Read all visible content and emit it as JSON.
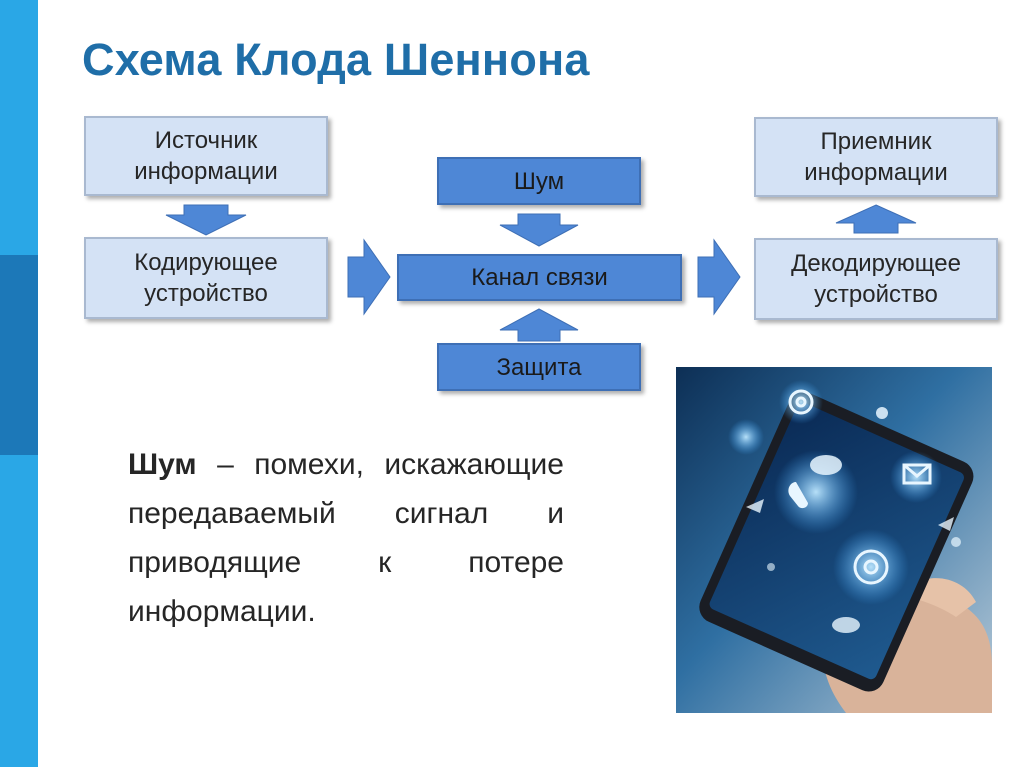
{
  "slide": {
    "title": "Схема Клода Шеннона",
    "diagram": {
      "source": "Источник информации",
      "encoder": "Кодирующее устройство",
      "noise": "Шум",
      "channel": "Канал связи",
      "protection": "Защита",
      "decoder": "Декодирующее устройство",
      "receiver": "Приемник информации"
    },
    "definition": {
      "term": "Шум",
      "text": "– помехи, искажающие передаваемый сигнал и приводящие к потере информации."
    },
    "colors": {
      "title": "#1f6ea8",
      "stripe": "#2aa7e6",
      "stripe_dark": "#1c78b8",
      "box_light": "#d4e2f5",
      "box_dark": "#4e87d6",
      "arrow": "#4e87d6"
    }
  }
}
